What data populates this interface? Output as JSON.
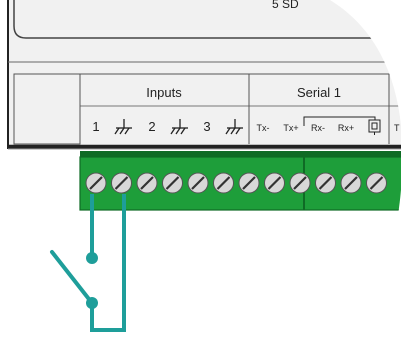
{
  "device": {
    "partial_label": "5 SD",
    "body_color": "#f1f1f1",
    "outline_color": "#222222",
    "divider_color": "#555555"
  },
  "header_labels": {
    "inputs": "Inputs",
    "serial1": "Serial 1"
  },
  "terminal_labels": [
    {
      "id": "in-1",
      "text": "1"
    },
    {
      "id": "in-2",
      "text": "2"
    },
    {
      "id": "in-3",
      "text": "3"
    },
    {
      "id": "tx-minus",
      "text": "Tx-"
    },
    {
      "id": "tx-plus",
      "text": "Tx+"
    },
    {
      "id": "rx-minus",
      "text": "Rx-"
    },
    {
      "id": "rx-plus",
      "text": "Rx+"
    },
    {
      "id": "tx-minus-cut",
      "text": "T"
    }
  ],
  "ground_symbol_count": 3,
  "termination_symbol_count": 1,
  "terminal_block": {
    "color": "#1e9e3a",
    "dark_color": "#0f6b25",
    "screw_count": 12,
    "screw_color": "#d8d8d8"
  },
  "wiring": {
    "color": "#1e9e9a",
    "switch": "open switch wired across input 1 and ground"
  }
}
